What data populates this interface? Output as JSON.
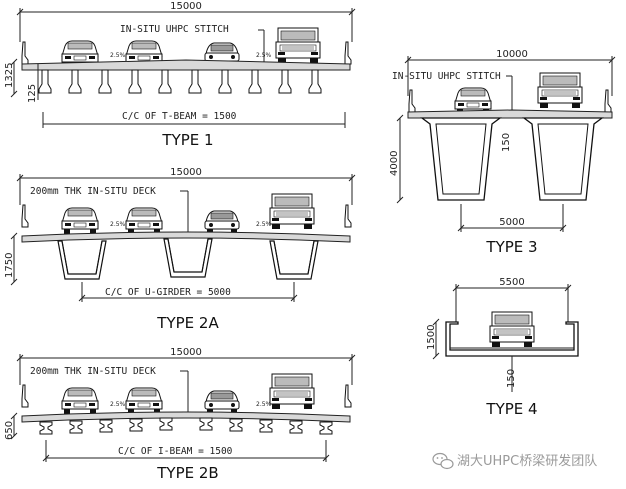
{
  "type1": {
    "title": "TYPE 1",
    "width_dim": "15000",
    "stitch_note": "IN-SITU UHPC STITCH",
    "spacing_note": "C/C OF T-BEAM = 1500",
    "dim_depth": "1325",
    "dim_slab": "125",
    "slope_left": "2.5%",
    "slope_right": "2.5%"
  },
  "type2a": {
    "title": "TYPE 2A",
    "width_dim": "15000",
    "deck_note": "200mm THK IN-SITU DECK",
    "spacing_note": "C/C OF U-GIRDER = 5000",
    "dim_depth": "1750",
    "slope_left": "2.5%",
    "slope_right": "2.5%"
  },
  "type2b": {
    "title": "TYPE 2B",
    "width_dim": "15000",
    "deck_note": "200mm THK IN-SITU DECK",
    "spacing_note": "C/C OF I-BEAM = 1500",
    "dim_depth": "650",
    "slope_left": "2.5%",
    "slope_right": "2.5%"
  },
  "type3": {
    "title": "TYPE 3",
    "width_dim": "10000",
    "stitch_note": "IN-SITU UHPC STITCH",
    "dim_depth": "4000",
    "dim_stitch": "150",
    "spacing_dim": "5000"
  },
  "type4": {
    "title": "TYPE 4",
    "width_dim": "5500",
    "dim_depth": "1500",
    "dim_slab": "150"
  },
  "watermark": {
    "text": "湖大UHPC桥梁研发团队",
    "icon": "wechat-icon"
  }
}
